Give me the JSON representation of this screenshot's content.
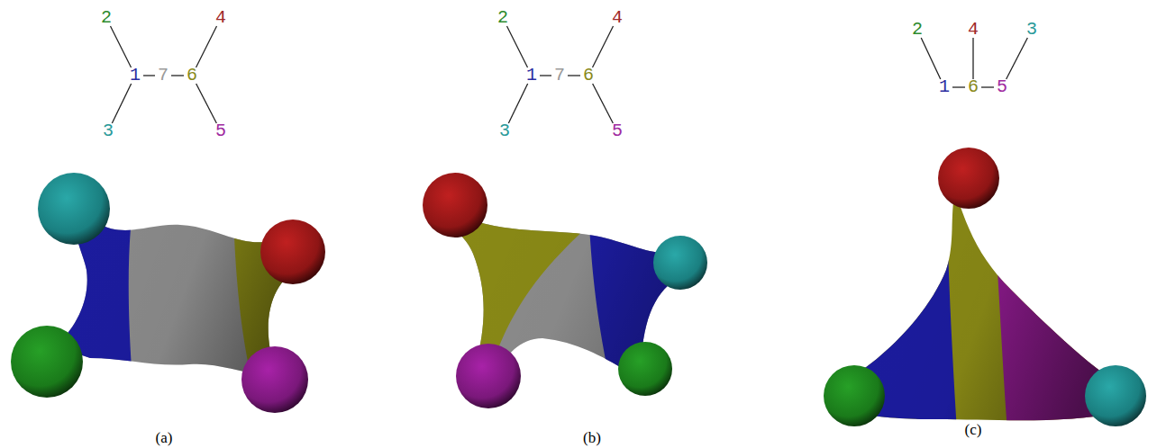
{
  "diagram": {
    "nodes": [
      {
        "text": [
          "2"
        ]
      },
      {
        "text": [
          "4"
        ]
      },
      {
        "text": [
          "1"
        ]
      },
      {
        "text": [
          "7"
        ]
      },
      {
        "text": [
          "6"
        ]
      },
      {
        "text": [
          "3"
        ]
      },
      {
        "text": [
          "5"
        ]
      },
      {
        "text": [
          "2"
        ]
      },
      {
        "text": [
          "4"
        ]
      },
      {
        "text": [
          "1"
        ]
      },
      {
        "text": [
          "7"
        ]
      },
      {
        "text": [
          "6"
        ]
      },
      {
        "text": [
          "3"
        ]
      },
      {
        "text": [
          "5"
        ]
      },
      {
        "text": [
          "2"
        ]
      },
      {
        "text": [
          "4"
        ]
      },
      {
        "text": [
          "3"
        ]
      },
      {
        "text": [
          "1"
        ]
      },
      {
        "text": [
          "6"
        ]
      },
      {
        "text": [
          "5"
        ]
      }
    ],
    "edges": [
      {
        "from": 0,
        "to": 2,
        "arrow": "none"
      },
      {
        "from": 5,
        "to": 2,
        "arrow": "none"
      },
      {
        "from": 2,
        "to": 3,
        "arrow": "none"
      },
      {
        "from": 3,
        "to": 4,
        "arrow": "none"
      },
      {
        "from": 4,
        "to": 1,
        "arrow": "none"
      },
      {
        "from": 4,
        "to": 6,
        "arrow": "none"
      },
      {
        "from": 7,
        "to": 9,
        "arrow": "none"
      },
      {
        "from": 12,
        "to": 9,
        "arrow": "none"
      },
      {
        "from": 9,
        "to": 10,
        "arrow": "none"
      },
      {
        "from": 10,
        "to": 11,
        "arrow": "none"
      },
      {
        "from": 11,
        "to": 8,
        "arrow": "none"
      },
      {
        "from": 11,
        "to": 13,
        "arrow": "none"
      },
      {
        "from": 14,
        "to": 17,
        "arrow": "none"
      },
      {
        "from": 15,
        "to": 18,
        "arrow": "none"
      },
      {
        "from": 16,
        "to": 19,
        "arrow": "none"
      },
      {
        "from": 17,
        "to": 18,
        "arrow": "none"
      },
      {
        "from": 18,
        "to": 19,
        "arrow": "none"
      }
    ],
    "labels": [
      "(a)",
      "(b)",
      "(c)"
    ]
  }
}
